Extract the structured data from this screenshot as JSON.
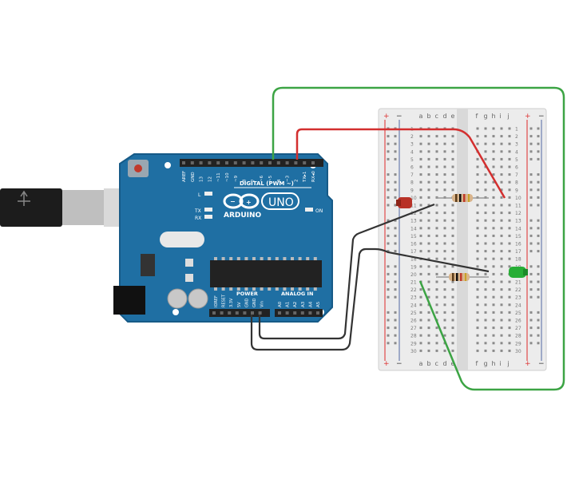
{
  "board": {
    "brand": "ARDUINO",
    "model": "UNO",
    "digital_header_label": "DIGITAL (PWM ~)",
    "power_label": "POWER",
    "analog_label": "ANALOG IN",
    "on_label": "ON",
    "led_l_label": "L",
    "led_tx_label": "TX",
    "led_rx_label": "RX",
    "top_pin_labels": [
      "AREF",
      "GND",
      "13",
      "12",
      "~11",
      "~10",
      "~9",
      "8",
      "7",
      "~6",
      "~5",
      "4",
      "~3",
      "2",
      "TX▸1",
      "RX◂0"
    ],
    "power_pin_labels": [
      "IOREF",
      "RESET",
      "3.3V",
      "5V",
      "GND",
      "GND",
      "Vin"
    ],
    "analog_pin_labels": [
      "A0",
      "A1",
      "A2",
      "A3",
      "A4",
      "A5"
    ]
  },
  "breadboard": {
    "column_letters_left": [
      "a",
      "b",
      "c",
      "d",
      "e"
    ],
    "column_letters_right": [
      "f",
      "g",
      "h",
      "i",
      "j"
    ],
    "plus_label": "+",
    "minus_label": "−",
    "row_numbers": [
      "1",
      "2",
      "3",
      "4",
      "5",
      "6",
      "7",
      "8",
      "9",
      "10",
      "11",
      "12",
      "13",
      "14",
      "15",
      "16",
      "17",
      "18",
      "19",
      "20",
      "21",
      "22",
      "23",
      "24",
      "25",
      "26",
      "27",
      "28",
      "29",
      "30"
    ]
  },
  "components": {
    "led_red_color": "#c0392b",
    "led_green_color": "#27ae36"
  },
  "colors": {
    "board_blue": "#1f6fa3",
    "wire_red": "#d32f2f",
    "wire_green": "#3ca444",
    "wire_black": "#333333",
    "breadboard_bg": "#ececec",
    "rail_red": "#e04a4a",
    "rail_blue": "#6c7fb0"
  }
}
